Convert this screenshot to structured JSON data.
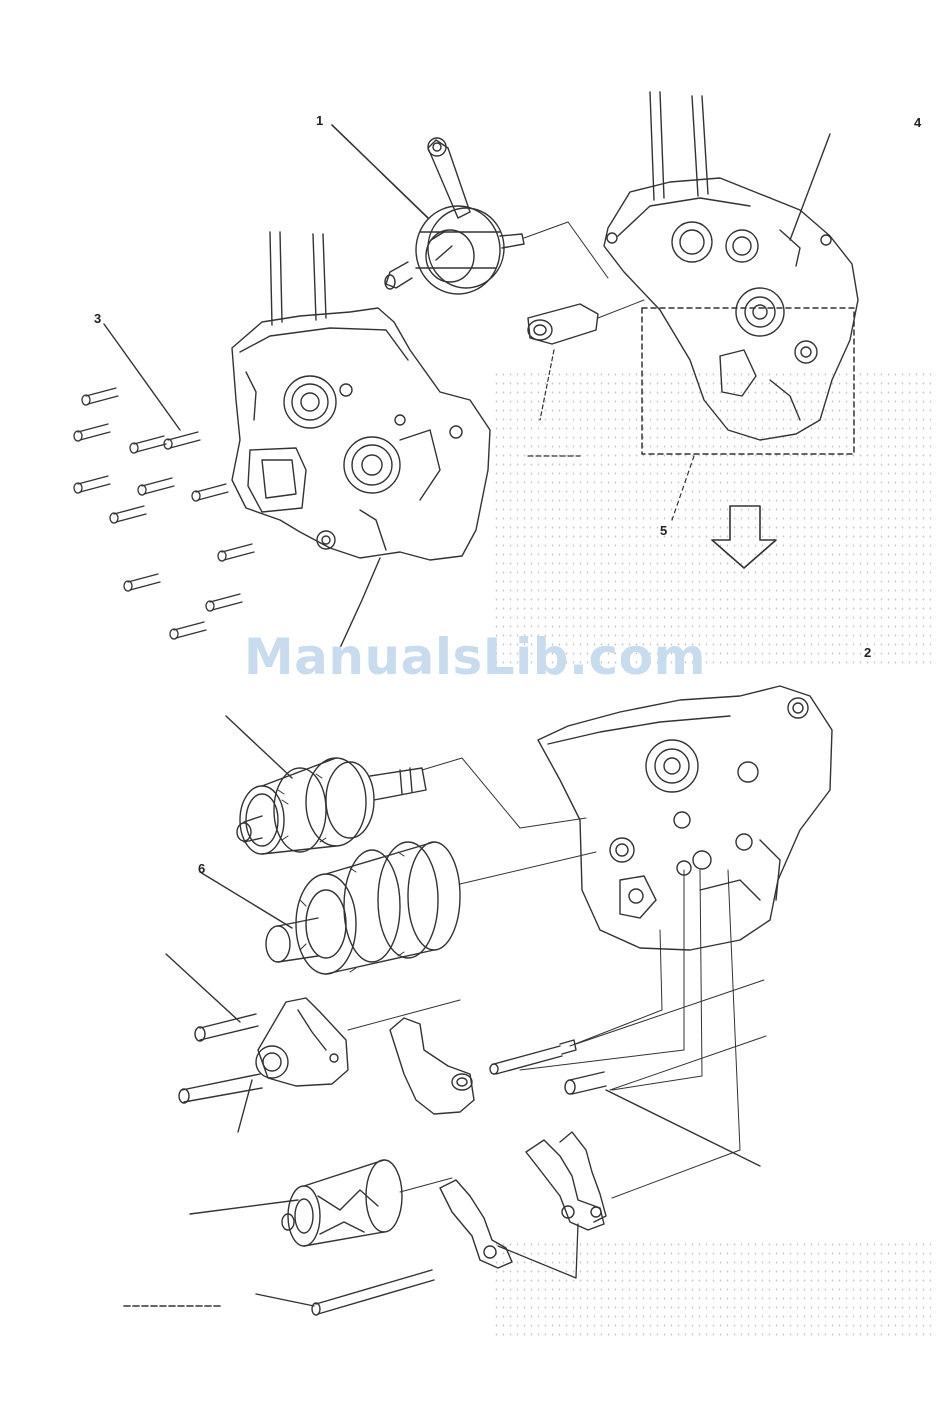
{
  "watermark": {
    "text": "ManualsLib.com",
    "color": "#c9dcee"
  },
  "callouts": {
    "crankshaft": "1",
    "left_case": "2",
    "screws": "3",
    "right_case": "4",
    "detail_box": "5",
    "gear_shaft": "6"
  },
  "icons": {
    "down_arrow": "down-arrow-icon"
  }
}
